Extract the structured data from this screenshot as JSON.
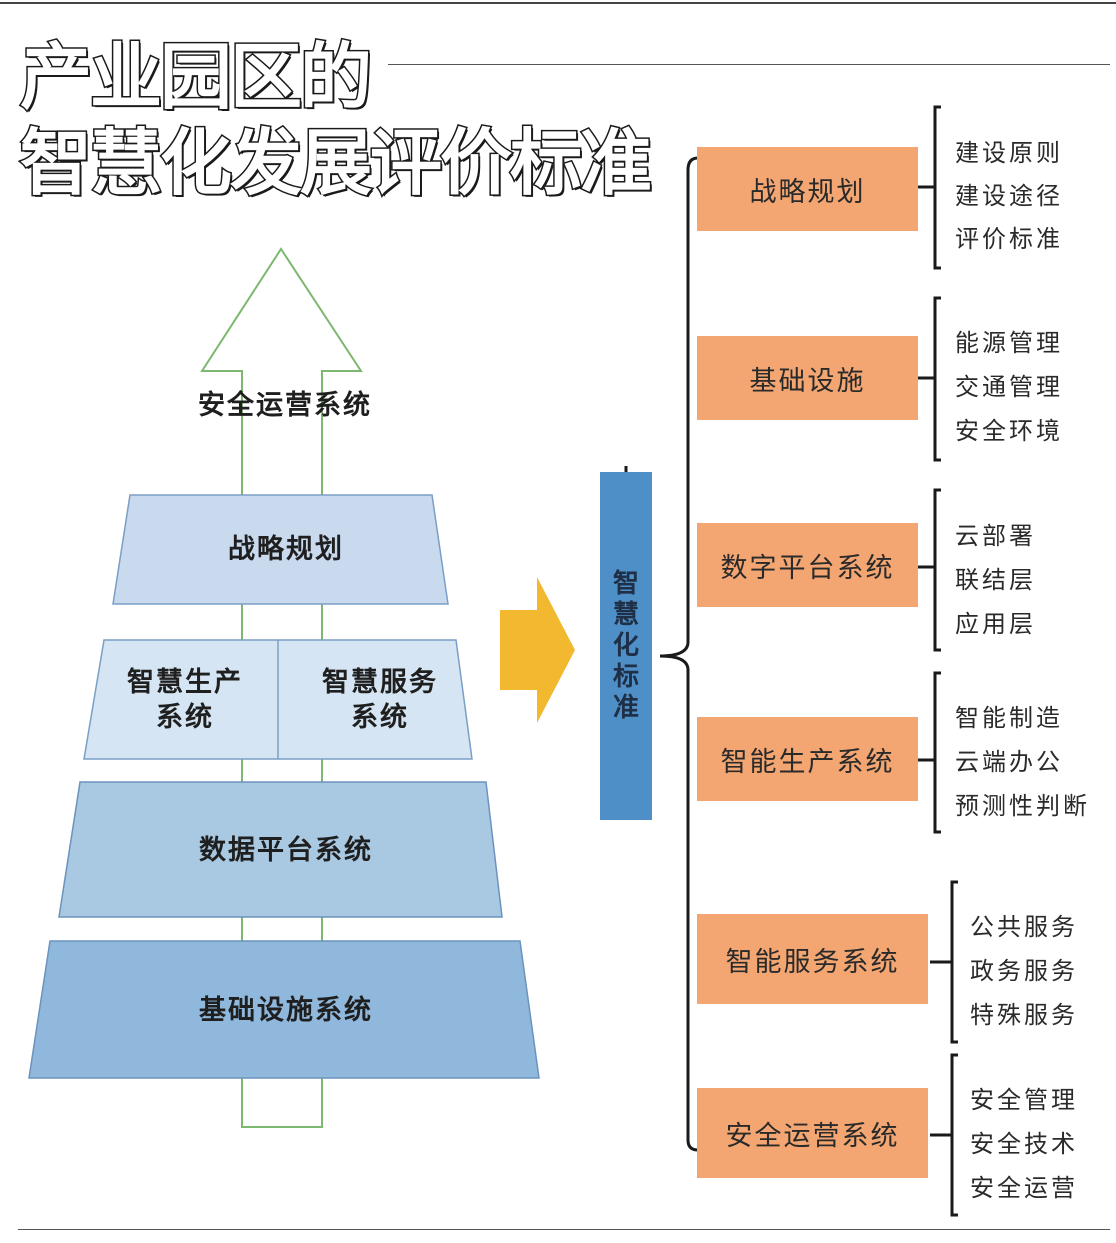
{
  "title": {
    "line1": "产业园区的",
    "line2": "智慧化发展评价标准"
  },
  "pyramid": {
    "arrow_label": "安全运营系统",
    "top": "战略规划",
    "mid_left": [
      "智慧生产",
      "系统"
    ],
    "mid_right": [
      "智慧服务",
      "系统"
    ],
    "third": "数据平台系统",
    "base": "基础设施系统"
  },
  "center_box": [
    "智",
    "慧",
    "化",
    "标",
    "准"
  ],
  "categories": [
    {
      "name": "战略规划",
      "items": [
        "建设原则",
        "建设途径",
        "评价标准"
      ]
    },
    {
      "name": "基础设施",
      "items": [
        "能源管理",
        "交通管理",
        "安全环境"
      ]
    },
    {
      "name": "数字平台系统",
      "items": [
        "云部署",
        "联结层",
        "应用层"
      ]
    },
    {
      "name": "智能生产系统",
      "items": [
        "智能制造",
        "云端办公",
        "预测性判断"
      ]
    },
    {
      "name": "智能服务系统",
      "items": [
        "公共服务",
        "政务服务",
        "特殊服务"
      ]
    },
    {
      "name": "安全运营系统",
      "items": [
        "安全管理",
        "安全技术",
        "安全运营"
      ]
    }
  ],
  "colors": {
    "orange": "#f3a672",
    "blue_box": "#4f8fc8",
    "tier_top": "#c9d9ee",
    "tier_mid": "#d5e5f3",
    "tier_data": "#a9c9e3",
    "tier_base": "#8fb8dc",
    "arrow_green": "#7cb86f",
    "big_arrow": "#f2b830"
  }
}
